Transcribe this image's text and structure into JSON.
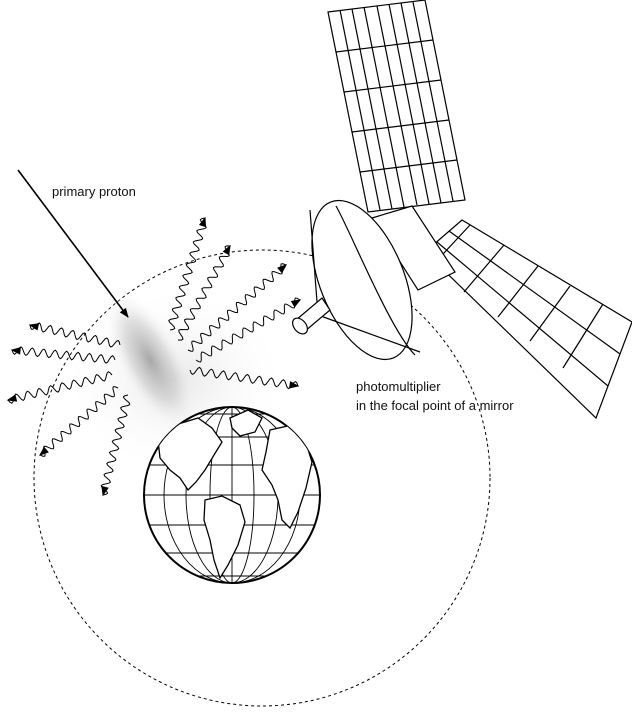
{
  "labels": {
    "primary_proton": "primary proton",
    "photomultiplier_line1": "photomultiplier",
    "photomultiplier_line2": "in the focal point of a mirror"
  },
  "colors": {
    "ink": "#000000",
    "shower": "#9a9a9a",
    "background": "#ffffff"
  },
  "icons": [
    "satellite-icon",
    "earth-globe-icon",
    "solar-panel-icon",
    "mirror-icon",
    "photomultiplier-icon"
  ]
}
